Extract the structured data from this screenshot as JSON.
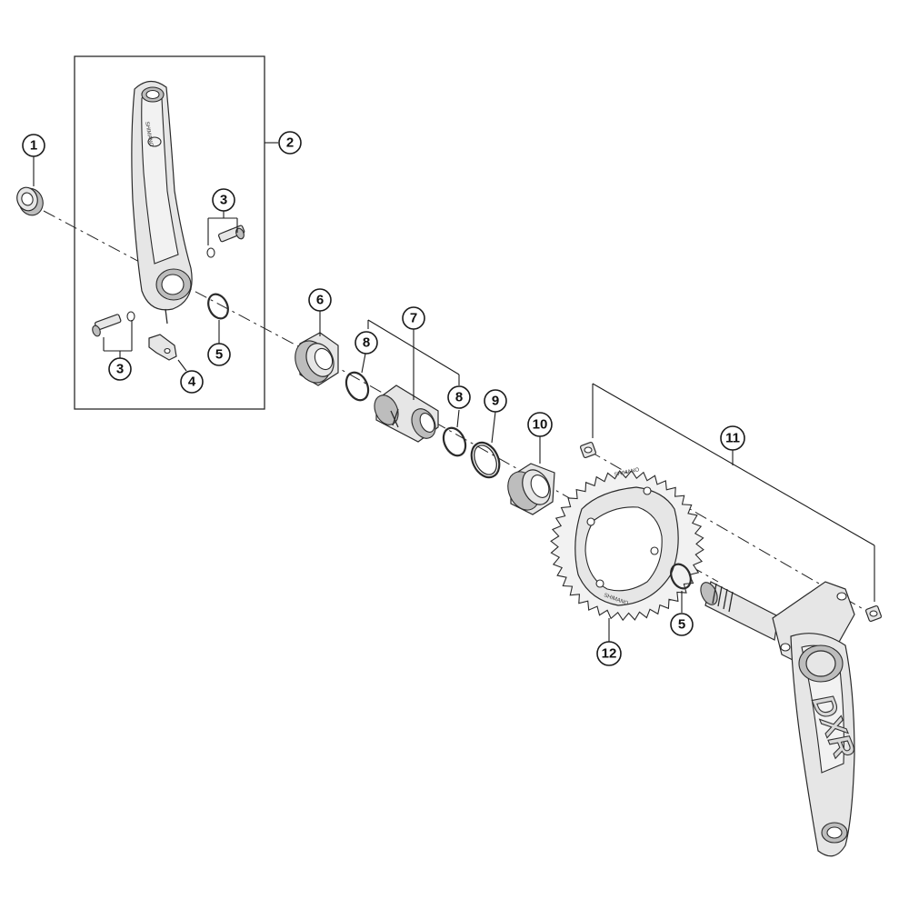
{
  "diagram": {
    "callouts": [
      {
        "id": "c1",
        "label": "1"
      },
      {
        "id": "c2",
        "label": "2"
      },
      {
        "id": "c3a",
        "label": "3"
      },
      {
        "id": "c3b",
        "label": "3"
      },
      {
        "id": "c4",
        "label": "4"
      },
      {
        "id": "c5a",
        "label": "5"
      },
      {
        "id": "c5b",
        "label": "5"
      },
      {
        "id": "c6",
        "label": "6"
      },
      {
        "id": "c7",
        "label": "7"
      },
      {
        "id": "c8a",
        "label": "8"
      },
      {
        "id": "c8b",
        "label": "8"
      },
      {
        "id": "c9",
        "label": "9"
      },
      {
        "id": "c10",
        "label": "10"
      },
      {
        "id": "c11",
        "label": "11"
      },
      {
        "id": "c12",
        "label": "12"
      }
    ],
    "markings": {
      "crank_logo": "DXR",
      "chainring_brand": "SHIMANO"
    }
  }
}
